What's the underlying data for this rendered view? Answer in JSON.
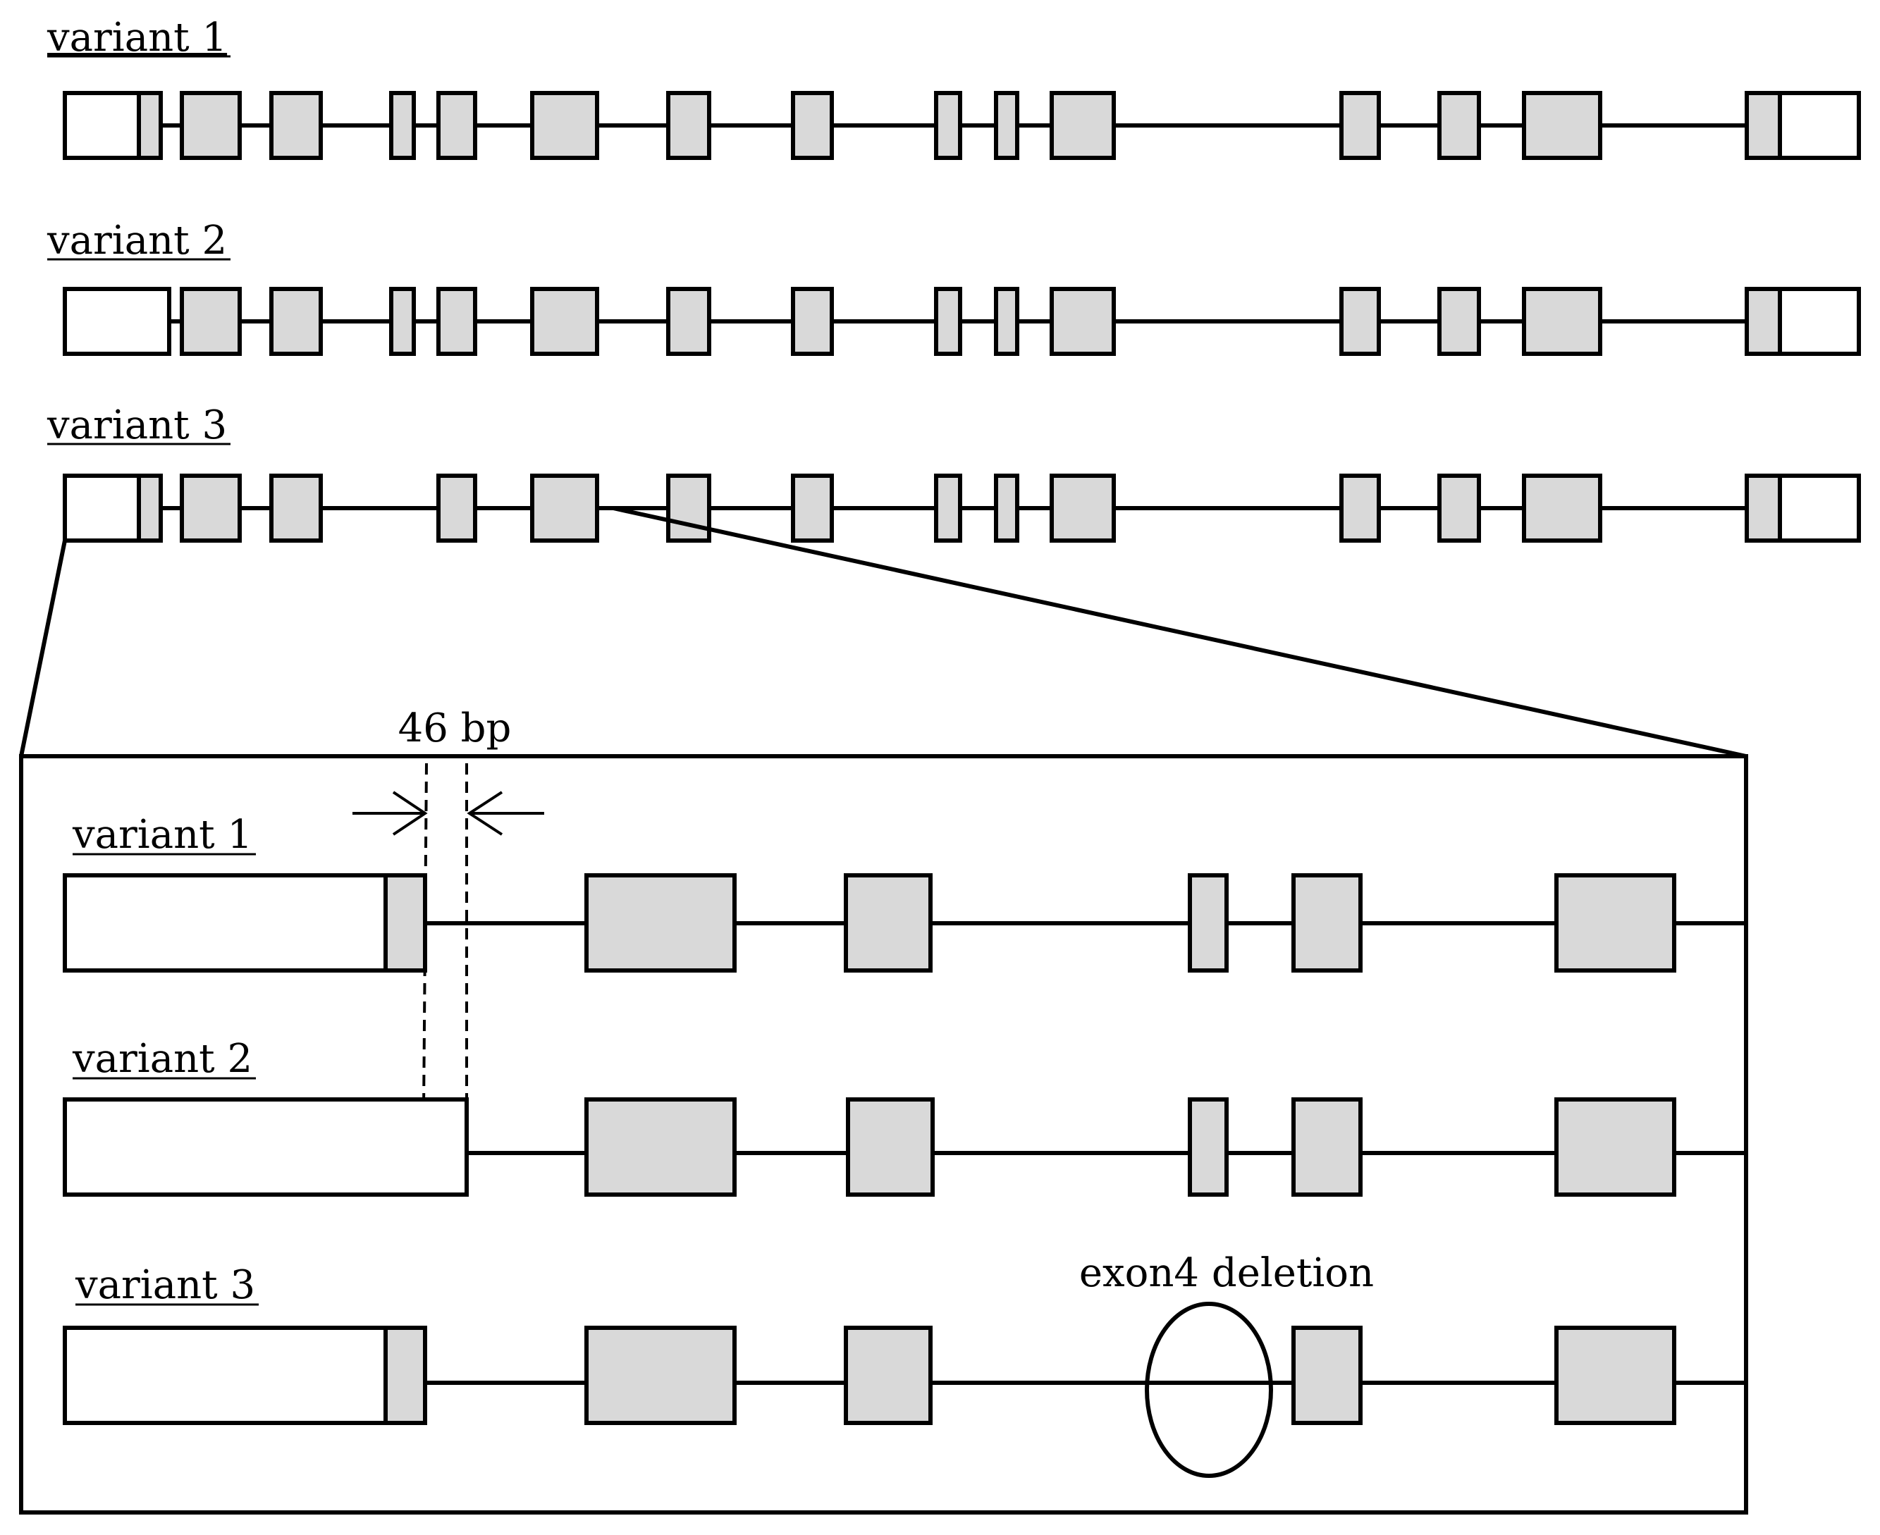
{
  "colors": {
    "coding": "#d9d9d9",
    "utr": "#ffffff",
    "stroke": "#000000"
  },
  "overview": {
    "variants": [
      {
        "label": "variant 1"
      },
      {
        "label": "variant 2"
      },
      {
        "label": "variant 3"
      }
    ]
  },
  "zoom": {
    "variants": [
      {
        "label": "variant 1"
      },
      {
        "label": "variant 2"
      },
      {
        "label": "variant 3"
      }
    ],
    "bp_label": "46 bp",
    "deletion_label": "exon4 deletion"
  }
}
